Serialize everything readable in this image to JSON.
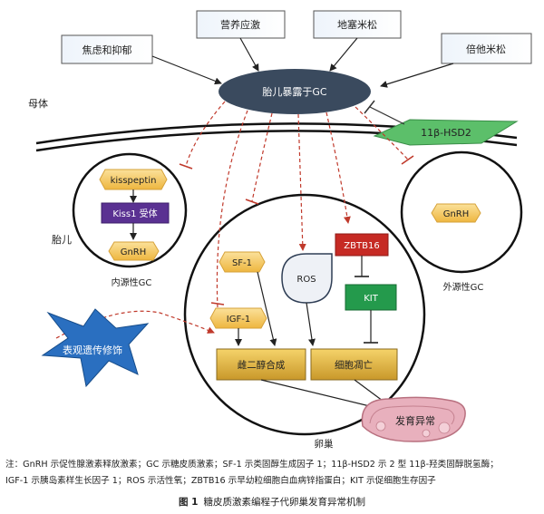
{
  "diagram": {
    "top_boxes": {
      "anxiety": "焦虑和抑郁",
      "nutrition": "营养应激",
      "dexamethasone": "地塞米松",
      "betamethasone": "倍他米松"
    },
    "center": "胎儿暴露于GC",
    "enzyme": "11β-HSD2",
    "labels": {
      "mother": "母体",
      "fetus": "胎儿",
      "ovary": "卵巢",
      "endogenous": "内源性GC",
      "exogenous": "外源性GC"
    },
    "endogenous_chain": [
      "kisspeptin",
      "Kiss1 受体",
      "GnRH"
    ],
    "exogenous_node": "GnRH",
    "ovary_nodes": {
      "sf1": "SF-1",
      "igf1": "IGF-1",
      "ros": "ROS",
      "zbtb16": "ZBTB16",
      "kit": "KIT",
      "estradiol": "雌二醇合成",
      "apoptosis": "细胞凋亡",
      "abnormal": "发育异常"
    },
    "epigenetic": "表观遗传修饰"
  },
  "caption": {
    "note_line1": "注：GnRH 示促性腺激素释放激素；GC 示糖皮质激素；SF-1 示类固醇生成因子 1；11β-HSD2 示 2 型 11β-羟类固醇脱氢酶；",
    "note_line2": "IGF-1 示胰岛素样生长因子 1；ROS 示活性氧；ZBTB16 示早幼粒细胞白血病锌指蛋白；KIT 示促细胞生存因子",
    "figure_no": "图 1",
    "figure_title": "糖皮质激素编程子代卵巢发育异常机制"
  },
  "colors": {
    "center_ellipse": "#3a4a5e",
    "enzyme_diamond": "#5cbf6a",
    "yellow_node": "#f2c550",
    "purple_node": "#5a3192",
    "red_node": "#c62a24",
    "green_node": "#249a4c",
    "gold_box": "#d9ae3e",
    "star": "#2a6fc0",
    "ovary": "#e8b0bd",
    "inhibit_arrow": "#c0392b"
  }
}
